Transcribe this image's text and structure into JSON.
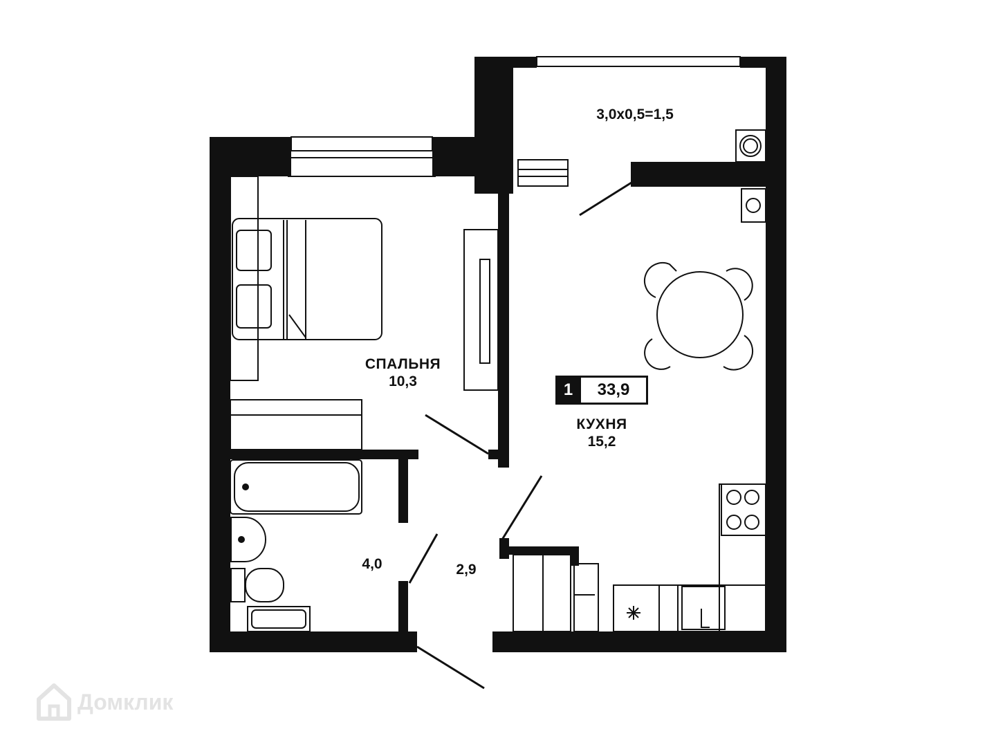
{
  "plan": {
    "rooms_badge": "1",
    "total_area": "33,9",
    "rooms": [
      {
        "id": "bedroom",
        "name": "СПАЛЬНЯ",
        "area": "10,3"
      },
      {
        "id": "kitchen",
        "name": "КУХНЯ",
        "area": "15,2"
      },
      {
        "id": "bathroom",
        "name": "",
        "area": "4,0"
      },
      {
        "id": "hall",
        "name": "",
        "area": "2,9"
      },
      {
        "id": "balcony",
        "name": "",
        "area": "3,0х0,5=1,5"
      }
    ]
  },
  "watermark": {
    "text": "Домклик",
    "icon": "home-icon"
  }
}
